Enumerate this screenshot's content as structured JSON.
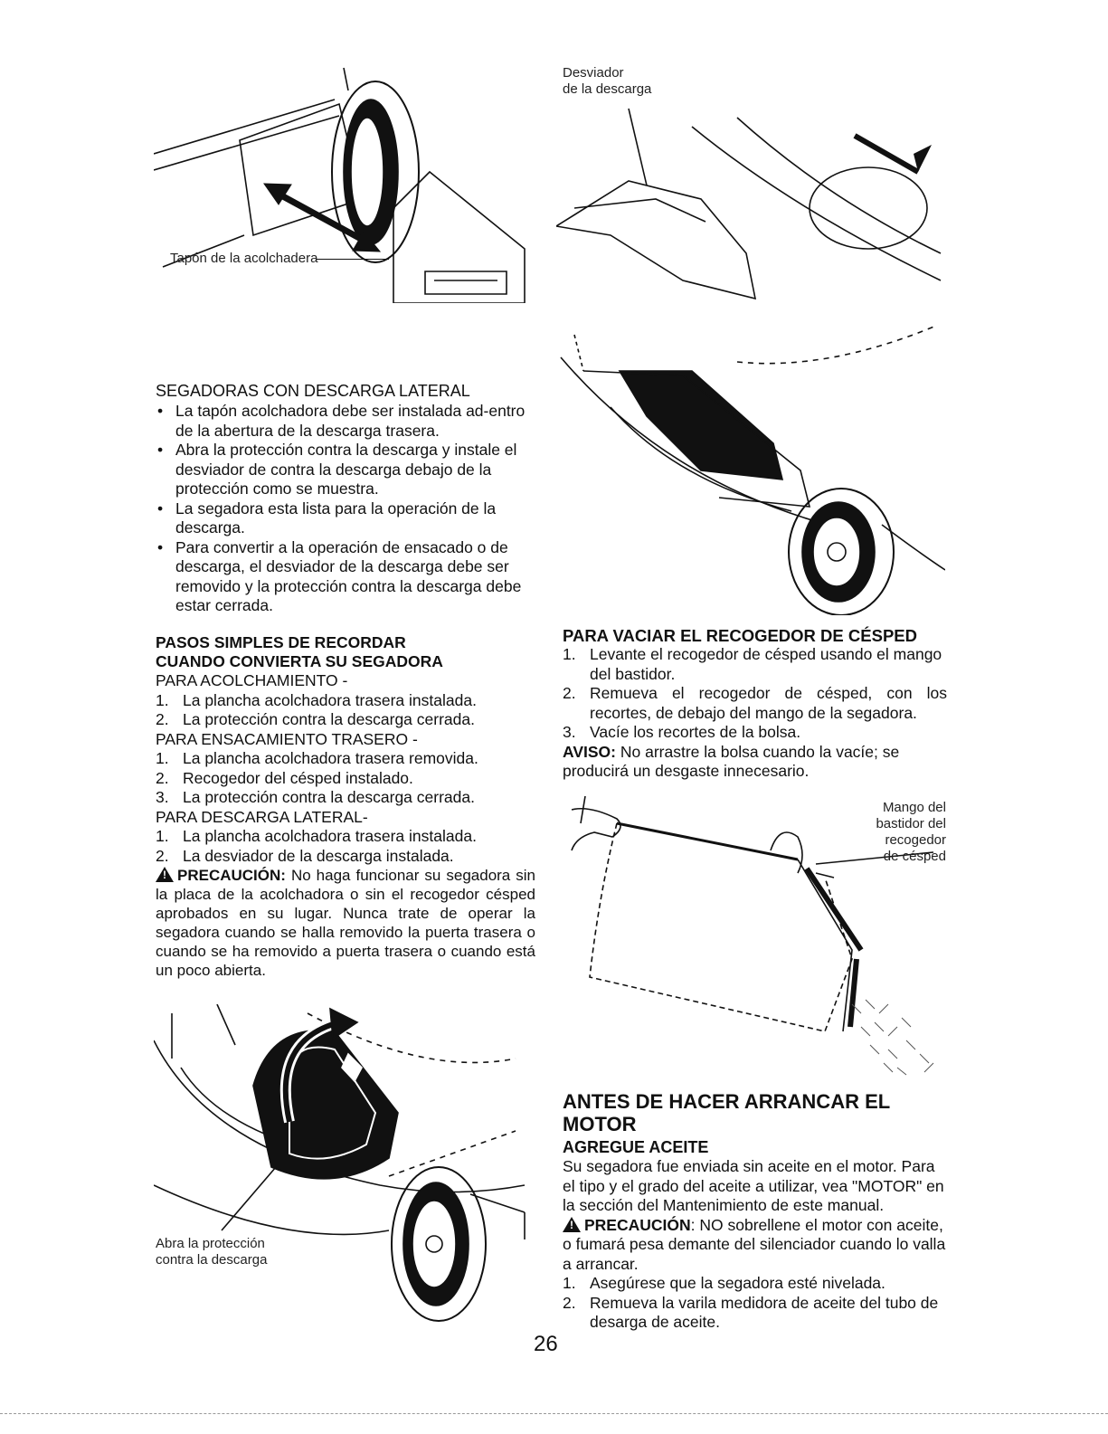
{
  "figures": {
    "top_left_caption": "Tapón de la acolchadera",
    "top_right_caption_line1": "Desviador",
    "top_right_caption_line2": "de la descarga",
    "bottom_left_caption_line1": "Abra la protección",
    "bottom_left_caption_line2": "contra la descarga",
    "bag_caption_line1": "Mango del",
    "bag_caption_line2": "bastidor del",
    "bag_caption_line3": "recogedor",
    "bag_caption_line4": "de césped"
  },
  "left": {
    "side_title": "SEGADORAS CON DESCARGA LATERAL",
    "bullets": [
      "La tapón acolchadora debe ser instalada ad-entro de la abertura de la descarga trasera.",
      "Abra la protección contra la descarga y instale el desviador de contra la descarga debajo de la protección como se muestra.",
      "La segadora esta lista para la operación de la descarga.",
      "Para convertir a la operación de ensacado o de descarga, el desviador de la descarga debe ser removido y la protección contra la descarga debe estar cerrada."
    ],
    "steps_heading_line1": "PASOS SIMPLES DE RECORDAR",
    "steps_heading_line2": "CUANDO CONVIERTA SU SEGADORA",
    "mulch_title": "PARA ACOLCHAMIENTO -",
    "mulch_items": [
      "La plancha acolchadora trasera instalada.",
      "La protección contra la descarga cerrada."
    ],
    "bag_title": "PARA ENSACAMIENTO TRASERO -",
    "bag_items": [
      "La plancha acolchadora trasera removida.",
      "Recogedor del césped instalado.",
      "La protección contra la descarga cerrada."
    ],
    "side_title2": "PARA DESCARGA LATERAL-",
    "side_items": [
      "La plancha acolchadora trasera instalada.",
      "La desviador de la descarga instalada."
    ],
    "caution_label": "PRECAUCIÓN:",
    "caution_text": " No haga funcionar su segadora sin la placa de la acolchadora o sin el recogedor césped aprobados en su lugar. Nunca trate de operar la segadora cuando se halla removido la puerta trasera o cuando se ha removido a puerta trasera o cuando está un poco abierta."
  },
  "right": {
    "empty_heading": "PARA VACIAR EL RECOGEDOR DE CÉSPED",
    "empty_items": [
      "Levante el recogedor de césped usando el mango del bastidor.",
      "Remueva el recogedor de césped, con los recortes, de debajo del mango de la segadora.",
      "Vacíe los recortes de la bolsa."
    ],
    "notice_label": "AVISO:",
    "notice_text": " No arrastre la bolsa cuando la vacíe; se producirá un desgaste innecesario.",
    "start_heading_line1": "ANTES DE HACER ARRANCAR EL",
    "start_heading_line2": "MOTOR",
    "oil_heading": "AGREGUE ACEITE",
    "oil_text": "Su segadora fue enviada sin aceite en el motor. Para el tipo y el grado del aceite a utilizar, vea \"MOTOR\" en la sección del Mantenimiento de este manual.",
    "caution2_label": "PRECAUCIÓN",
    "caution2_text": ": NO sobrellene el motor con aceite, o fumará pesa demante del silenciador cuando lo valla a arrancar.",
    "oil_items": [
      "Asegúrese que la segadora esté nivelada.",
      "Remueva la varila medidora de aceite del tubo de desarga de aceite."
    ]
  },
  "page_number": "26"
}
